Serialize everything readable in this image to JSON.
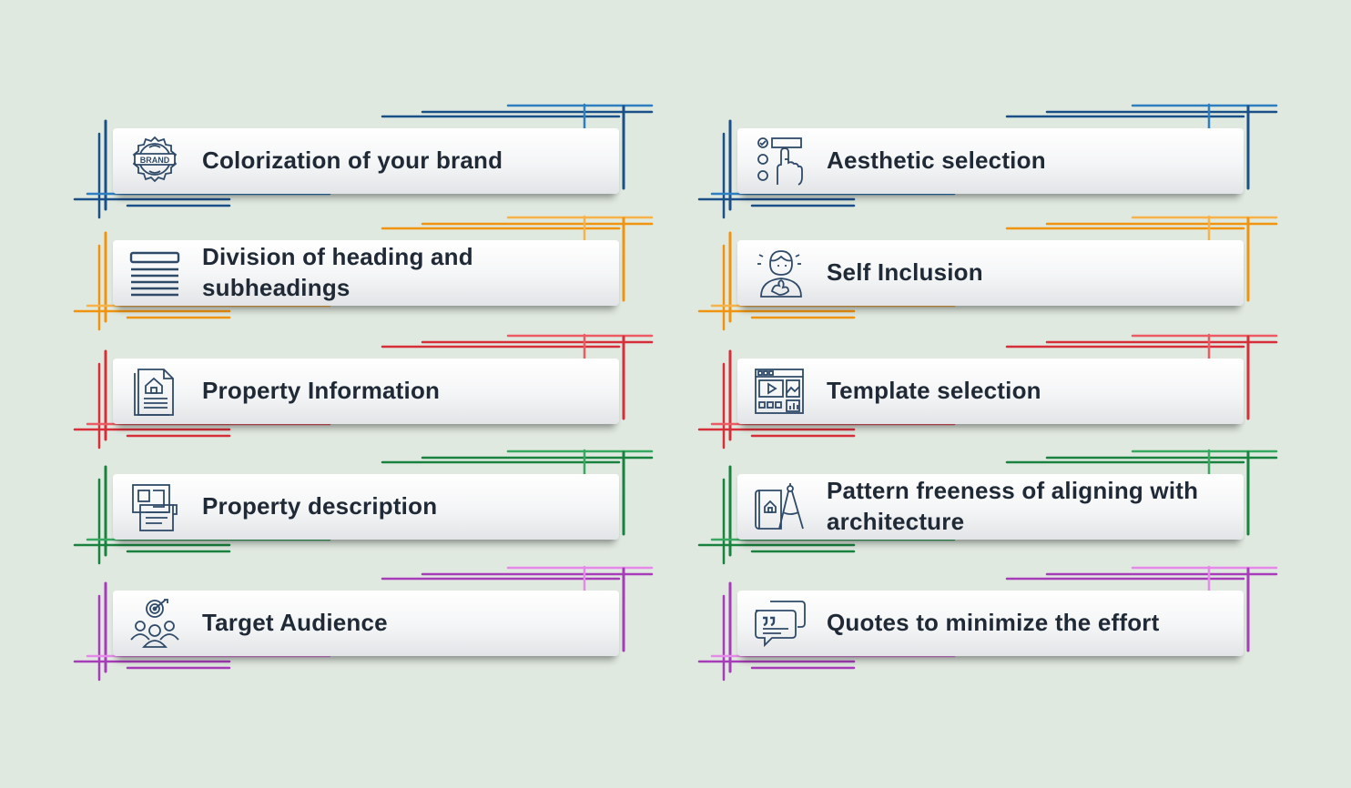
{
  "colors": {
    "blue": "#1b4f88",
    "blue_light": "#2d7fc0",
    "orange": "#f0930f",
    "orange_light": "#f7b24a",
    "red": "#d62f3a",
    "red_light": "#ec5a63",
    "green": "#19823f",
    "green_light": "#37a860",
    "purple": "#a63cb8",
    "purple_light": "#e58ae8",
    "text": "#1f2a36",
    "icon_stroke": "#2f4a68"
  },
  "cards": [
    {
      "id": "colorization",
      "label": "Colorization of your brand",
      "color": "blue",
      "icon": "brand-badge-icon",
      "badge_text": "BRAND"
    },
    {
      "id": "aesthetic",
      "label": "Aesthetic selection",
      "color": "blue",
      "icon": "checklist-hand-icon"
    },
    {
      "id": "division",
      "label": "Division of heading and subheadings",
      "color": "orange",
      "icon": "stacked-bars-icon"
    },
    {
      "id": "self-inclusion",
      "label": "Self Inclusion",
      "color": "orange",
      "icon": "person-hand-icon"
    },
    {
      "id": "property-info",
      "label": "Property Information",
      "color": "red",
      "icon": "house-document-icon"
    },
    {
      "id": "template",
      "label": "Template selection",
      "color": "red",
      "icon": "template-layout-icon"
    },
    {
      "id": "property-desc",
      "label": "Property description",
      "color": "green",
      "icon": "blueprint-document-icon"
    },
    {
      "id": "pattern",
      "label": "Pattern freeness of aligning with architecture",
      "color": "green",
      "icon": "compass-blueprint-icon"
    },
    {
      "id": "target",
      "label": "Target Audience",
      "color": "purple",
      "icon": "target-audience-icon"
    },
    {
      "id": "quotes",
      "label": "Quotes to minimize the effort",
      "color": "purple",
      "icon": "speech-quotes-icon"
    }
  ]
}
